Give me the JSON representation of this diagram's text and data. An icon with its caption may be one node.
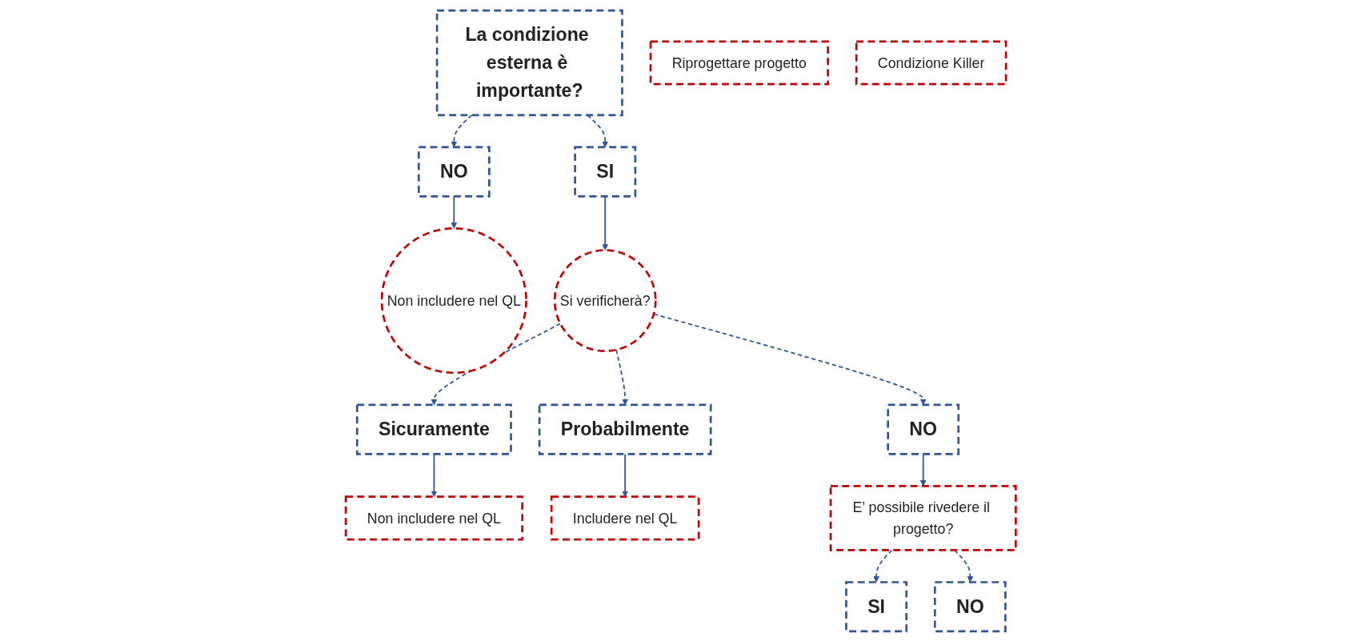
{
  "diagram": {
    "nodes": [
      {
        "text": [
          "La condizione esterna è importante?"
        ]
      },
      {
        "text": [
          "SI"
        ]
      },
      {
        "text": [
          "NO"
        ]
      },
      {
        "text": [
          "Non includere nel QL"
        ]
      },
      {
        "text": [
          "Si verificherà?"
        ]
      },
      {
        "text": [
          "Sicuramente"
        ]
      },
      {
        "text": [
          "Probabilmente"
        ]
      },
      {
        "text": [
          "NO"
        ]
      },
      {
        "text": [
          "Non includere nel QL"
        ]
      },
      {
        "text": [
          "Includere nel QL"
        ]
      },
      {
        "text": [
          "E’ possibile rivedere il progetto?"
        ]
      },
      {
        "text": [
          "SI"
        ]
      },
      {
        "text": [
          "NO"
        ]
      },
      {
        "text": [
          "Riprogettare progetto"
        ]
      },
      {
        "text": [
          "Condizione Killer"
        ]
      }
    ],
    "edges": [
      {
        "from": 0,
        "to": 1,
        "arrow": "to",
        "style": "dashed"
      },
      {
        "from": 0,
        "to": 2,
        "arrow": "to",
        "style": "dashed"
      },
      {
        "from": 2,
        "to": 3,
        "arrow": "to"
      },
      {
        "from": 1,
        "to": 4,
        "arrow": "to"
      },
      {
        "from": 4,
        "to": 5,
        "arrow": "to",
        "style": "dashed"
      },
      {
        "from": 4,
        "to": 6,
        "arrow": "to",
        "style": "dashed"
      },
      {
        "from": 4,
        "to": 7,
        "arrow": "to",
        "style": "dashed"
      },
      {
        "from": 5,
        "to": 8,
        "arrow": "to"
      },
      {
        "from": 6,
        "to": 9,
        "arrow": "to"
      },
      {
        "from": 7,
        "to": 10,
        "arrow": "to"
      },
      {
        "from": 10,
        "to": 11,
        "arrow": "to",
        "style": "dashed"
      },
      {
        "from": 10,
        "to": 12,
        "arrow": "to",
        "style": "dashed"
      }
    ]
  }
}
